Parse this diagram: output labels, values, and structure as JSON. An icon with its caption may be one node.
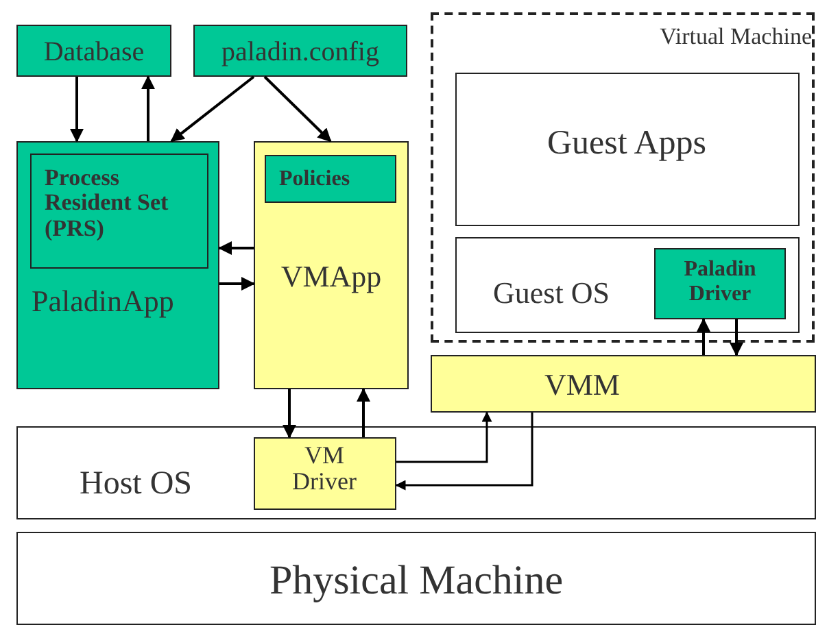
{
  "diagram": {
    "nodes": [
      {
        "text": [
          "Database"
        ]
      },
      {
        "text": [
          "paladin.config"
        ]
      },
      {
        "text": [
          "PaladinApp"
        ]
      },
      {
        "text": [
          "Process Resident Set (PRS)"
        ],
        "in": 2
      },
      {
        "text": [
          "VMApp"
        ]
      },
      {
        "text": [
          "Policies"
        ],
        "in": 4
      },
      {
        "text": [
          "Virtual Machine"
        ]
      },
      {
        "text": [
          "Guest Apps"
        ],
        "in": 6
      },
      {
        "text": [
          "Guest OS"
        ],
        "in": 6
      },
      {
        "text": [
          "Paladin Driver"
        ],
        "in": 8
      },
      {
        "text": [
          "VMM"
        ]
      },
      {
        "text": [
          "Host OS"
        ]
      },
      {
        "text": [
          "VM Driver"
        ],
        "in": 11
      },
      {
        "text": [
          "Physical Machine"
        ]
      }
    ],
    "edges": [
      {
        "from": 0,
        "to": 2,
        "arrow": "to"
      },
      {
        "from": 2,
        "to": 0,
        "arrow": "to"
      },
      {
        "from": 1,
        "to": 2,
        "arrow": "to"
      },
      {
        "from": 1,
        "to": 4,
        "arrow": "to"
      },
      {
        "from": 4,
        "to": 2,
        "arrow": "to"
      },
      {
        "from": 2,
        "to": 4,
        "arrow": "to"
      },
      {
        "from": 4,
        "to": 12,
        "arrow": "to"
      },
      {
        "from": 12,
        "to": 4,
        "arrow": "to"
      },
      {
        "from": 12,
        "to": 10,
        "arrow": "to"
      },
      {
        "from": 10,
        "to": 12,
        "arrow": "to"
      },
      {
        "from": 10,
        "to": 9,
        "arrow": "to"
      },
      {
        "from": 9,
        "to": 10,
        "arrow": "to"
      }
    ]
  }
}
